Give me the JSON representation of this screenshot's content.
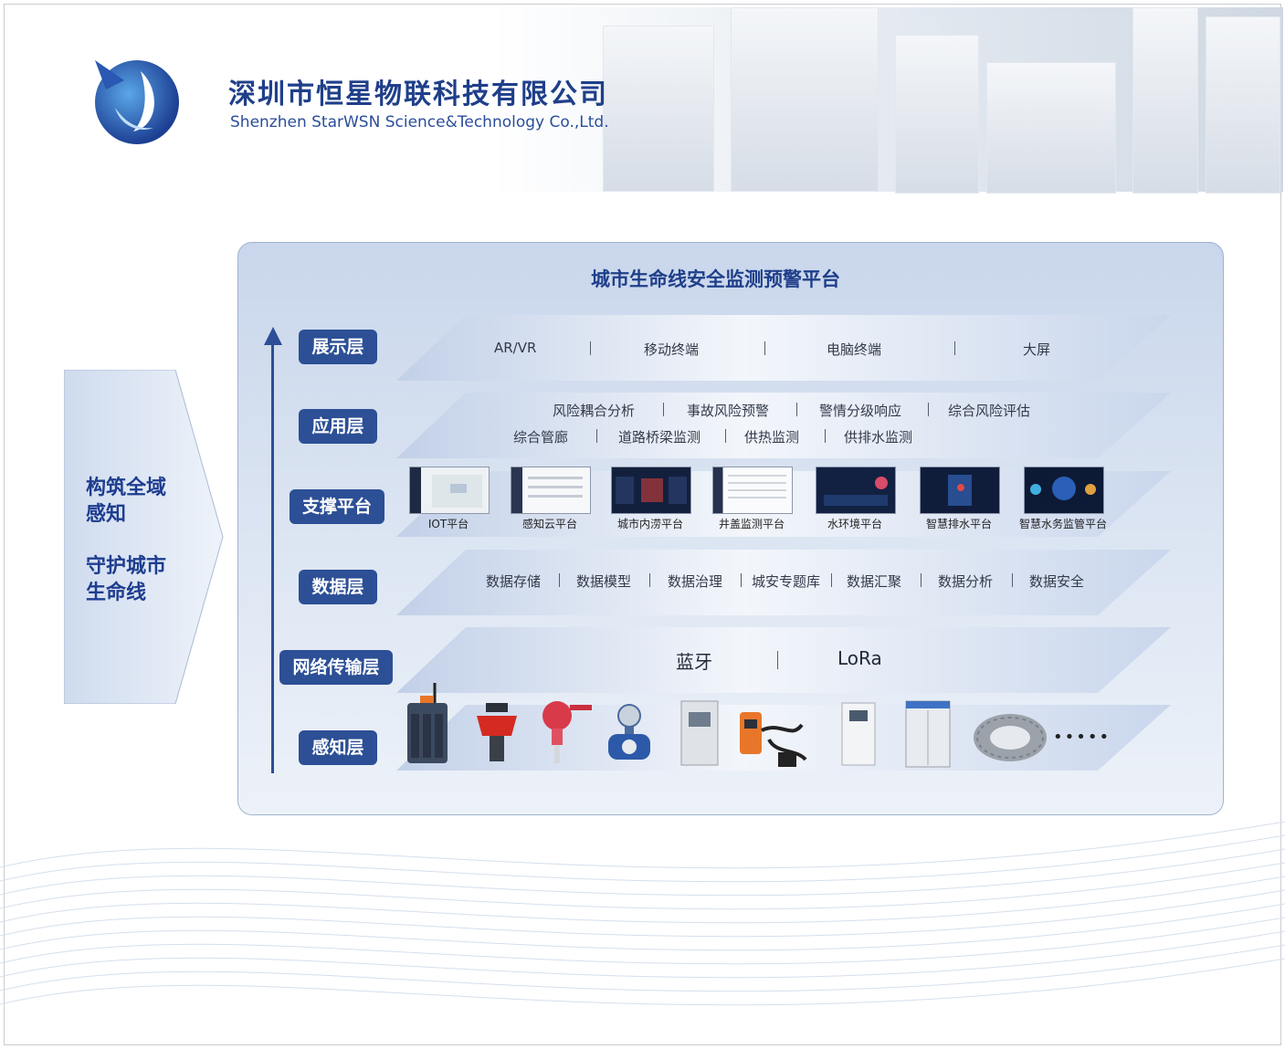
{
  "company": {
    "name_cn": "深圳市恒星物联科技有限公司",
    "name_en": "Shenzhen StarWSN Science&Technology Co.,Ltd."
  },
  "slogan": {
    "line1": "构筑全域",
    "line2": "感知",
    "line3": "守护城市",
    "line4": "生命线"
  },
  "platform_title": "城市生命线安全监测预警平台",
  "layers": {
    "display": {
      "label": "展示层",
      "items": [
        "AR/VR",
        "移动终端",
        "电脑终端",
        "大屏"
      ]
    },
    "application": {
      "label": "应用层",
      "row1": [
        "风险耦合分析",
        "事故风险预警",
        "警情分级响应",
        "综合风险评估"
      ],
      "row2": [
        "综合管廊",
        "道路桥梁监测",
        "供热监测",
        "供排水监测"
      ]
    },
    "support": {
      "label": "支撑平台",
      "items": [
        "IOT平台",
        "感知云平台",
        "城市内涝平台",
        "井盖监测平台",
        "水环境平台",
        "智慧排水平台",
        "智慧水务监管平台"
      ]
    },
    "data": {
      "label": "数据层",
      "items": [
        "数据存储",
        "数据模型",
        "数据治理",
        "城安专题库",
        "数据汇聚",
        "数据分析",
        "数据安全"
      ]
    },
    "network": {
      "label": "网络传输层",
      "items": [
        "蓝牙",
        "LoRa"
      ]
    },
    "sensing": {
      "label": "感知层",
      "more": "•••••",
      "devices": [
        "battery-sensor-icon",
        "radar-level-icon",
        "explosion-proof-sensor-icon",
        "flowmeter-icon",
        "control-cabinet-icon",
        "gas-detector-icon",
        "water-analyzer-icon",
        "server-cabinet-icon",
        "manhole-ring-icon"
      ]
    }
  },
  "colors": {
    "brand": "#2c4f95",
    "title": "#1f3f8a"
  }
}
